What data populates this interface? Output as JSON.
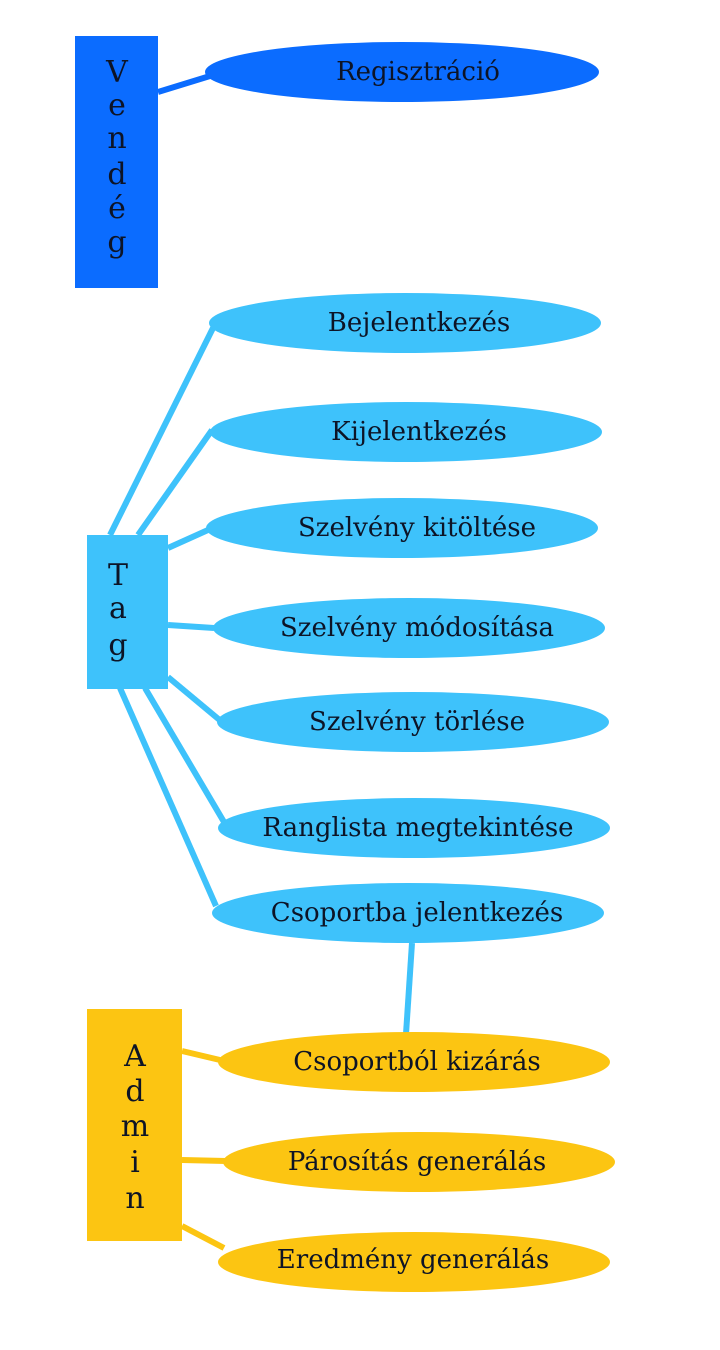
{
  "colors": {
    "guest": "#0b6cff",
    "member": "#3ec2fb",
    "admin": "#fcc512",
    "text": "#0d1426"
  },
  "actors": {
    "guest": {
      "name": "Vendég",
      "letters": [
        "V",
        "e",
        "n",
        "d",
        "é",
        "g"
      ]
    },
    "member": {
      "name": "Tag",
      "letters": [
        "T",
        "a",
        "g"
      ]
    },
    "admin": {
      "name": "Admin",
      "letters": [
        "A",
        "d",
        "m",
        "i",
        "n"
      ]
    }
  },
  "use_cases": {
    "registration": "Regisztráció",
    "login": "Bejelentkezés",
    "logout": "Kijelentkezés",
    "fill_ticket": "Szelvény kitöltése",
    "modify_ticket": "Szelvény módosítása",
    "delete_ticket": "Szelvény törlése",
    "view_ranking": "Ranglista megtekintése",
    "join_group": "Csoportba jelentkezés",
    "exclude_from_group": "Csoportból kizárás",
    "generate_pairing": "Párosítás generálás",
    "generate_results": "Eredmény generálás"
  }
}
